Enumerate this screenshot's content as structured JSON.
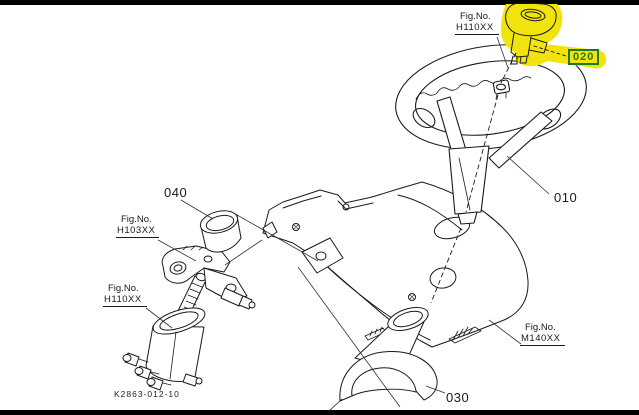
{
  "frame": {
    "bar_color": "#000000",
    "background": "#ffffff"
  },
  "diagram": {
    "drawing_code": "K2863-012-10",
    "line_color": "#1a1a1a",
    "highlight": {
      "fill": "#f1e40e",
      "label_color": "#1f7a1f"
    },
    "part_labels": [
      {
        "id": "010",
        "highlighted": false
      },
      {
        "id": "020",
        "highlighted": true
      },
      {
        "id": "030",
        "highlighted": false
      },
      {
        "id": "040",
        "highlighted": false
      }
    ],
    "fig_refs": [
      {
        "line1": "Fig.No.",
        "line2": "H110XX"
      },
      {
        "line1": "Fig.No.",
        "line2": "H103XX"
      },
      {
        "line1": "Fig.No.",
        "line2": "H110XX"
      },
      {
        "line1": "Fig.No.",
        "line2": "M140XX"
      }
    ]
  }
}
